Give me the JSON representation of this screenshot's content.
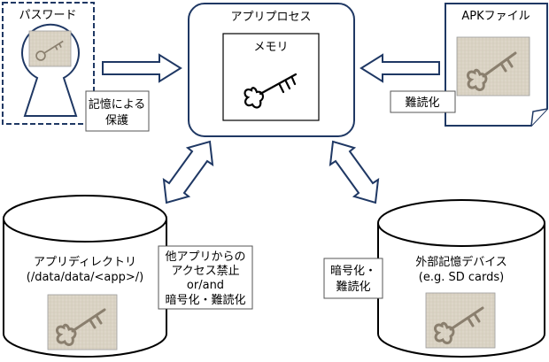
{
  "password": {
    "label": "パスワード"
  },
  "memory_protect": {
    "line1": "記憶による",
    "line2": "保護"
  },
  "app_process": {
    "title": "アプリプロセス",
    "memory_label": "メモリ"
  },
  "apk": {
    "label": "APKファイル"
  },
  "obfuscate": {
    "label": "難読化"
  },
  "app_directory": {
    "line1": "アプリディレクトリ",
    "line2": "(/data/data/<app>/)"
  },
  "dir_protect": {
    "line1": "他アプリからの",
    "line2": "アクセス禁止",
    "line3": "or/and",
    "line4": "暗号化・難読化"
  },
  "external": {
    "line1": "外部記憶デバイス",
    "line2": "(e.g. SD cards)"
  },
  "ext_protect": {
    "line1": "暗号化・",
    "line2": "難読化"
  },
  "icons": {
    "key": "key-icon",
    "keyhole": "keyhole-icon"
  },
  "colors": {
    "stroke": "#1f3864",
    "texture": "#ddd6c8",
    "key_line": "#8a7f6e"
  }
}
